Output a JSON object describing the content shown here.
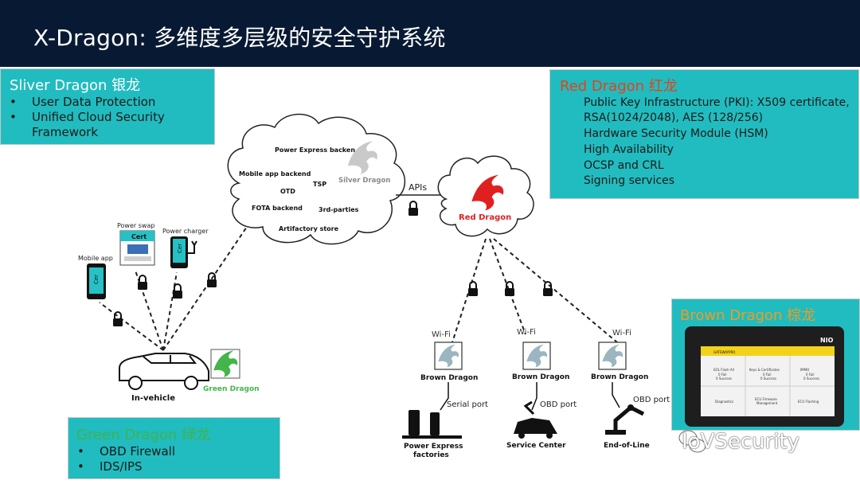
{
  "title": "X-Dragon: 多维度多层级的安全守护系统",
  "sliver": {
    "name": "Sliver Dragon 银龙",
    "bullets": [
      "User Data Protection",
      "Unified Cloud Security Framework"
    ]
  },
  "red": {
    "name": "Red Dragon 红龙",
    "items": [
      "Public Key Infrastructure (PKI): X509 certificate,",
      "RSA(1024/2048), AES (128/256)",
      "Hardware Security Module (HSM)",
      "High Availability",
      "OCSP and CRL",
      "Signing services"
    ]
  },
  "green": {
    "name": "Green Dragon 绿龙",
    "bullets": [
      "OBD Firewall",
      "IDS/IPS"
    ]
  },
  "brown": {
    "name": "Brown Dragon 棕龙"
  },
  "cloud_labels": [
    "Power Express backen",
    "Mobile app backend",
    "TSP",
    "OTD",
    "FOTA backend",
    "3rd-parties",
    "Artifactory store",
    "Silver Dragon"
  ],
  "apis_label": "APIs",
  "red_cloud_label": "Red Dragon",
  "devices": {
    "mobile": "Mobile app",
    "swap": "Power swap",
    "cert": "Cert",
    "charger": "Power charger",
    "cer": "Cer"
  },
  "vehicle_label": "In-vehicle",
  "green_dragon_label": "Green Dragon",
  "wifi": "Wi-Fi",
  "brown_node": "Brown Dragon",
  "ports": {
    "serial": "Serial port",
    "obd": "OBD port"
  },
  "endpoints": [
    "Power Express factories",
    "Service Center",
    "End-of-Line"
  ],
  "endpoint_lines": {
    "pe1": "Power Express",
    "pe2": "factories"
  },
  "tablet": {
    "brand": "NIO",
    "header": "GATEWAYPRO",
    "cells": [
      [
        "EOL Flash All",
        "0 Fail",
        "0 Success"
      ],
      [
        "Keys & Certificates",
        "0 Fail",
        "0 Success"
      ],
      [
        "IMMO",
        "0 Fail",
        "0 Success"
      ],
      [
        "Diagnostics"
      ],
      [
        "ECU Firmware",
        "Management"
      ],
      [
        "ECU Flashing"
      ]
    ]
  },
  "watermark": "IoVSecurity",
  "colors": {
    "header_bg": "#081a33",
    "box_teal": "#21bcbf",
    "red": "#e8401c",
    "green": "#3fb34f",
    "brown": "#f29b1d"
  }
}
